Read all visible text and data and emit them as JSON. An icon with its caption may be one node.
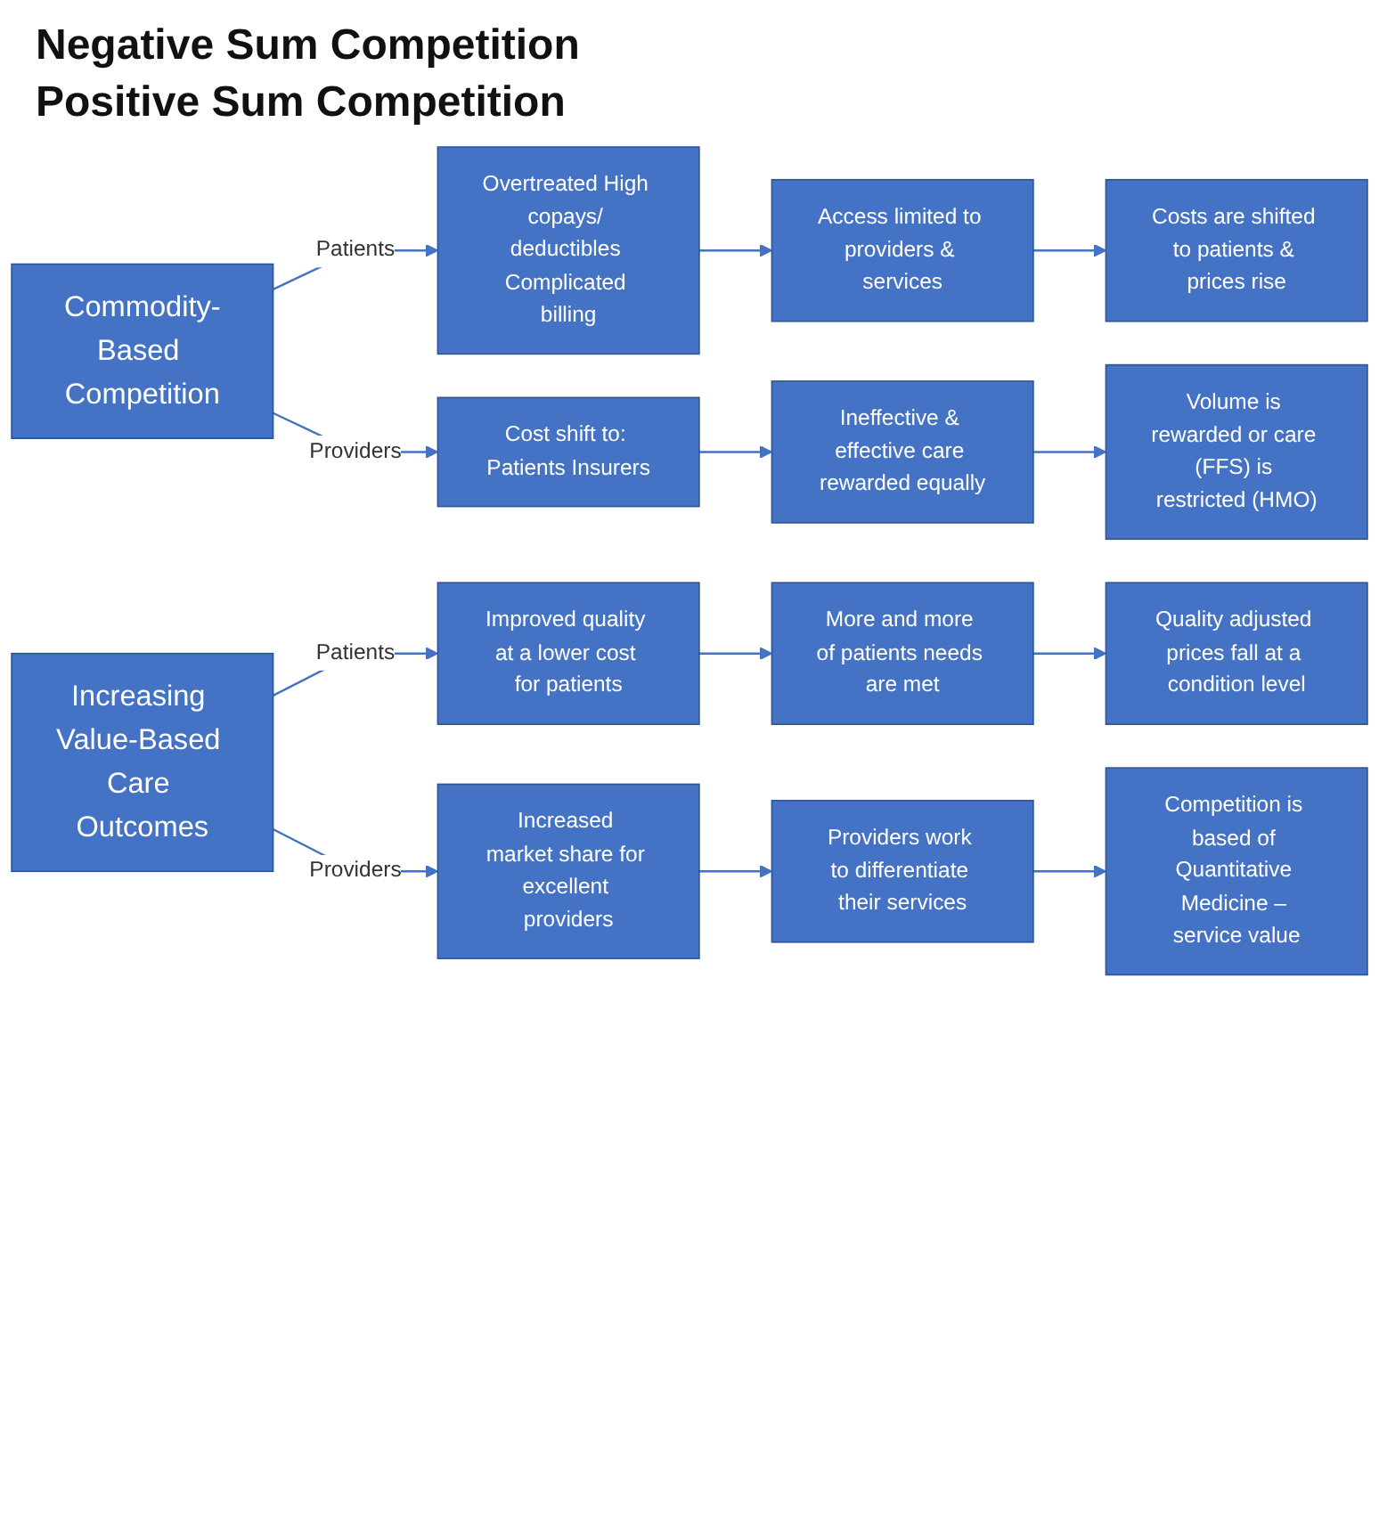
{
  "diagram": {
    "nodes": [
      {
        "text": [
          "Commodity-Based Competition"
        ]
      },
      {
        "text": [
          "Overtreated High copays/ deductibles Complicated billing"
        ]
      },
      {
        "text": [
          "Access limited to providers & services"
        ]
      },
      {
        "text": [
          "Costs are shifted to patients & prices rise"
        ]
      },
      {
        "text": [
          "Cost shift to: Patients Insurers"
        ]
      },
      {
        "text": [
          "Ineffective & effective care rewarded equally"
        ]
      },
      {
        "text": [
          "Volume is rewarded or care (FFS) is restricted (HMO)"
        ]
      },
      {
        "text": [
          "Increasing Value-Based Care Outcomes"
        ]
      },
      {
        "text": [
          "Improved quality at a lower cost for patients"
        ]
      },
      {
        "text": [
          "More and more of patients needs are met"
        ]
      },
      {
        "text": [
          "Quality adjusted prices fall at a condition level"
        ]
      },
      {
        "text": [
          "Increased market share for excellent providers"
        ]
      },
      {
        "text": [
          "Providers work to differentiate their services"
        ]
      },
      {
        "text": [
          "Competition is based of Quantitative Medicine – service value"
        ]
      }
    ],
    "edges": [
      {
        "from": 0,
        "to": 1,
        "arrow": "to",
        "label": "Patients"
      },
      {
        "from": 1,
        "to": 2,
        "arrow": "to"
      },
      {
        "from": 2,
        "to": 3,
        "arrow": "to"
      },
      {
        "from": 0,
        "to": 4,
        "arrow": "to",
        "label": "Providers"
      },
      {
        "from": 4,
        "to": 5,
        "arrow": "to"
      },
      {
        "from": 5,
        "to": 6,
        "arrow": "to"
      },
      {
        "from": 7,
        "to": 8,
        "arrow": "to",
        "label": "Patients"
      },
      {
        "from": 8,
        "to": 9,
        "arrow": "to"
      },
      {
        "from": 9,
        "to": 10,
        "arrow": "to"
      },
      {
        "from": 7,
        "to": 11,
        "arrow": "to",
        "label": "Providers"
      },
      {
        "from": 11,
        "to": 12,
        "arrow": "to"
      },
      {
        "from": 12,
        "to": 13,
        "arrow": "to"
      }
    ],
    "labels": [
      "Negative Sum Competition",
      "Positive Sum Competition"
    ]
  }
}
